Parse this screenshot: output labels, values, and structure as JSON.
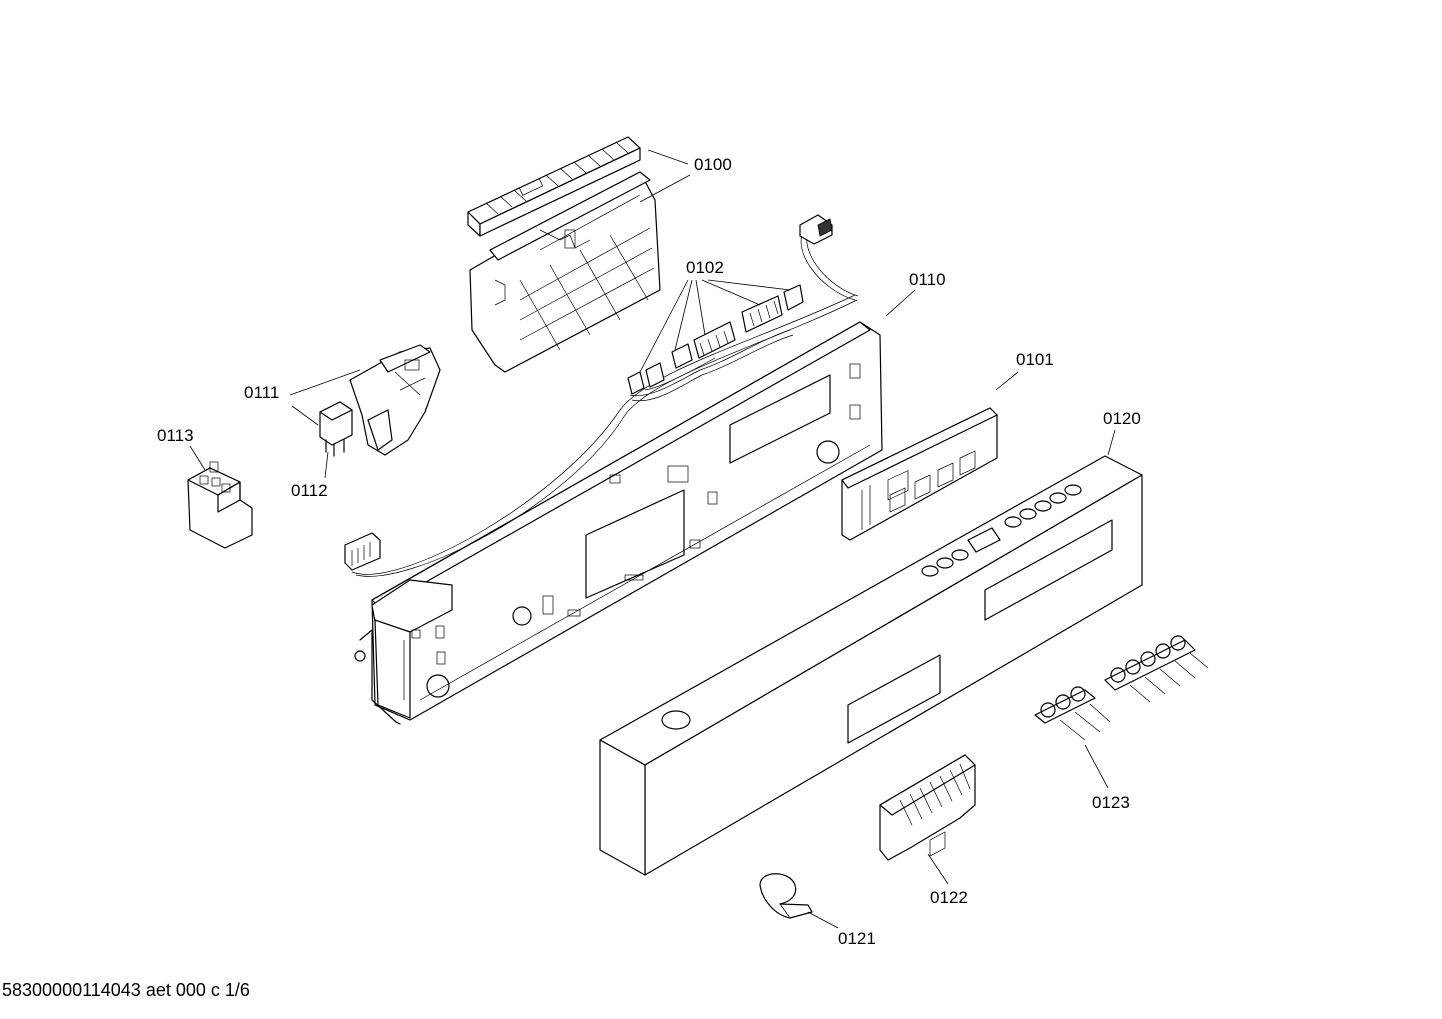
{
  "document": {
    "id": "58300000114043 aet 000 c 1/6"
  },
  "callouts": [
    {
      "id": "p0100",
      "text": "0100"
    },
    {
      "id": "p0102",
      "text": "0102"
    },
    {
      "id": "p0110",
      "text": "0110"
    },
    {
      "id": "p0111",
      "text": "0111"
    },
    {
      "id": "p0112",
      "text": "0112"
    },
    {
      "id": "p0113",
      "text": "0113"
    },
    {
      "id": "p0101",
      "text": "0101"
    },
    {
      "id": "p0120",
      "text": "0120"
    },
    {
      "id": "p0121",
      "text": "0121"
    },
    {
      "id": "p0122",
      "text": "0122"
    },
    {
      "id": "p0123",
      "text": "0123"
    }
  ]
}
